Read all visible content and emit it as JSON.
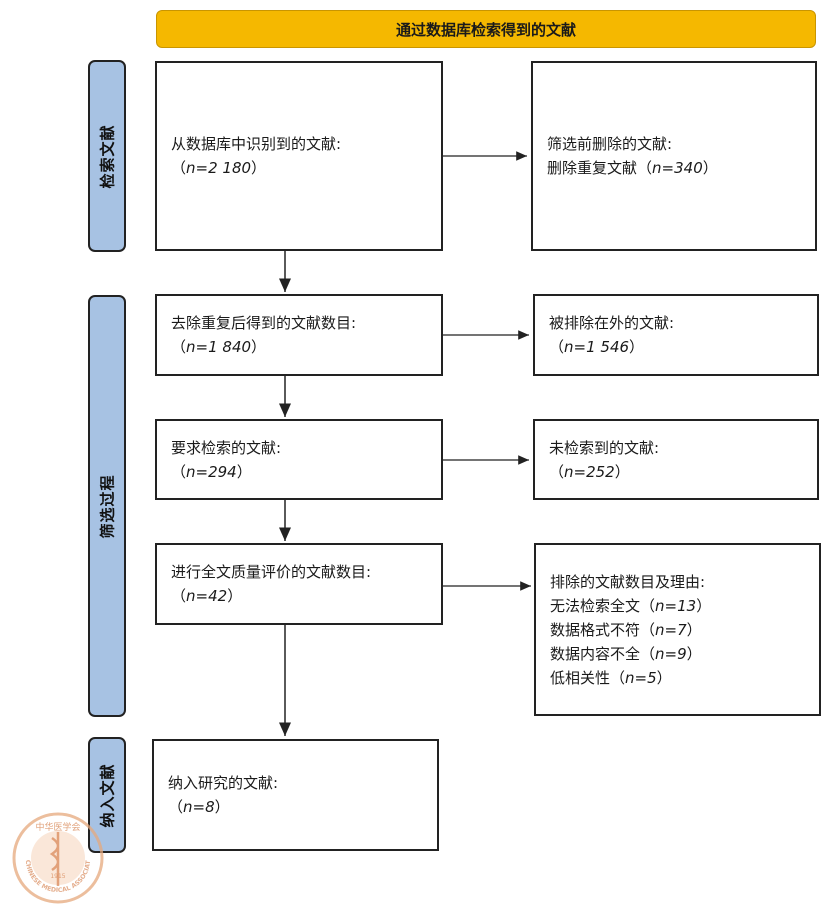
{
  "header": {
    "title": "通过数据库检索得到的文献"
  },
  "stages": {
    "search": "检索文献",
    "screening": "筛选过程",
    "included": "纳入文献"
  },
  "boxes": {
    "identified": {
      "label": "从数据库中识别到的文献:",
      "count": "n=2 180"
    },
    "removed_before": {
      "label": "筛选前删除的文献:",
      "reason": "删除重复文献",
      "count": "n=340"
    },
    "after_dedup": {
      "label": "去除重复后得到的文献数目:",
      "count": "n=1 840"
    },
    "excluded": {
      "label": "被排除在外的文献:",
      "count": "n=1 546"
    },
    "retrieval": {
      "label": "要求检索的文献:",
      "count": "n=294"
    },
    "not_retrieved": {
      "label": "未检索到的文献:",
      "count": "n=252"
    },
    "fulltext": {
      "label": "进行全文质量评价的文献数目:",
      "count": "n=42"
    },
    "excluded_reasons": {
      "label": "排除的文献数目及理由:",
      "reasons": [
        {
          "text": "无法检索全文",
          "count": "n=13"
        },
        {
          "text": "数据格式不符",
          "count": "n=7"
        },
        {
          "text": "数据内容不全",
          "count": "n=9"
        },
        {
          "text": "低相关性",
          "count": "n=5"
        }
      ]
    },
    "included": {
      "label": "纳入研究的文献:",
      "count": "n=8"
    }
  },
  "watermark": {
    "top_text": "中华医学会",
    "ring_text": "CHINESE MEDICAL ASSOCIATION",
    "year": "1915"
  },
  "colors": {
    "header_fill": "#f5b800",
    "stage_fill": "#a7c2e3",
    "line": "#222222"
  }
}
